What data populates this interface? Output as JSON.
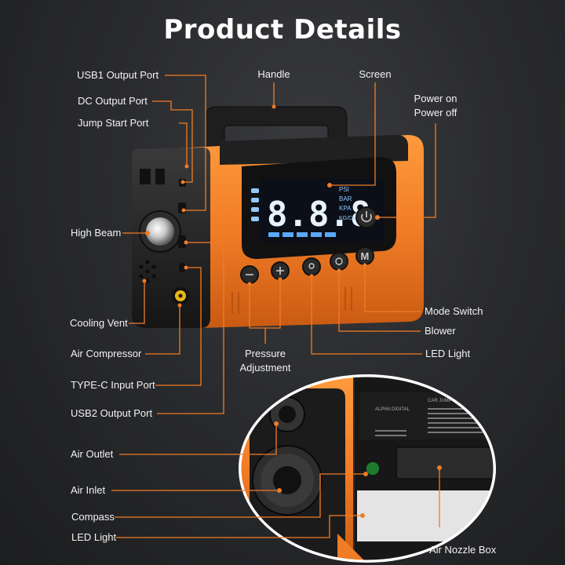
{
  "title": "Product Details",
  "colors": {
    "accent": "#ff7a1a",
    "body_orange": "#f07c26",
    "leader": "#f07c26"
  },
  "labels": {
    "usb1_output_port": "USB1 Output Port",
    "dc_output_port": "DC Output Port",
    "jump_start_port": "Jump Start Port",
    "high_beam": "High Beam",
    "cooling_vent": "Cooling Vent",
    "air_compressor": "Air Compressor",
    "type_c_input_port": "TYPE-C Input Port",
    "usb2_output_port": "USB2 Output Port",
    "handle": "Handle",
    "screen": "Screen",
    "power_line1": "Power on",
    "power_line2": "Power off",
    "mode_switch": "Mode Switch",
    "blower": "Blower",
    "led_light": "LED Light",
    "pressure_line1": "Pressure",
    "pressure_line2": "Adjustment",
    "air_outlet": "Air Outlet",
    "air_inlet": "Air Inlet",
    "compass": "Compass",
    "led_light_bottom": "LED Light",
    "air_nozzle_box": "Air Nozzle Box"
  },
  "display": {
    "digits": "8.8.8",
    "units": [
      "PSI",
      "BAR",
      "KPA",
      "KG/CM"
    ]
  },
  "device_print": {
    "brand": "ALPHA DIGITAL",
    "label_title": "CAR JUMP STARTER WIT"
  },
  "icons": [
    "power-button-icon",
    "minus-button-icon",
    "plus-button-icon",
    "light-button-icon",
    "fan-button-icon",
    "mode-m-button-icon"
  ]
}
